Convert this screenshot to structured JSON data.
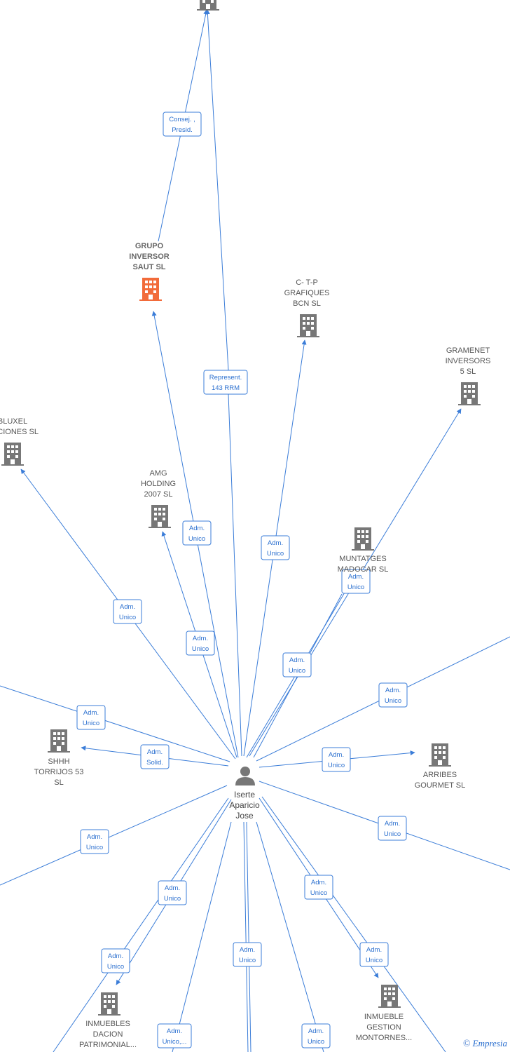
{
  "colors": {
    "edge": "#3b7dd8",
    "node": "#777777",
    "highlight": "#f26b3a",
    "box_border": "#3b7dd8",
    "box_text": "#2a6fcf"
  },
  "center": {
    "name_lines": [
      "Iserte",
      "Aparicio",
      "Jose"
    ],
    "icon": "person-icon"
  },
  "companies": [
    {
      "id": "top",
      "label_lines": [],
      "icon": "building-icon"
    },
    {
      "id": "grupo-inversor",
      "label_lines": [
        "GRUPO",
        "INVERSOR",
        "SAUT  SL"
      ],
      "icon": "building-icon",
      "highlight": true
    },
    {
      "id": "ctp-grafiques",
      "label_lines": [
        "C- T-P",
        "GRAFIQUES",
        "BCN  SL"
      ],
      "icon": "building-icon"
    },
    {
      "id": "gramenet",
      "label_lines": [
        "GRAMENET",
        "INVERSORS",
        "5  SL"
      ],
      "icon": "building-icon"
    },
    {
      "id": "bluxel",
      "label_lines": [
        "BLUXEL",
        "BUCIONES SL"
      ],
      "icon": "building-icon"
    },
    {
      "id": "amg",
      "label_lines": [
        "AMG",
        "HOLDING",
        "2007  SL"
      ],
      "icon": "building-icon"
    },
    {
      "id": "muntatges",
      "label_lines": [
        "MUNTATGES",
        "MADOCAR  SL"
      ],
      "icon": "building-icon"
    },
    {
      "id": "shhh",
      "label_lines": [
        "SHHH",
        "TORRIJOS 53",
        "SL"
      ],
      "icon": "building-icon"
    },
    {
      "id": "arribes",
      "label_lines": [
        "ARRIBES",
        "GOURMET  SL"
      ],
      "icon": "building-icon"
    },
    {
      "id": "inmuebles-dacion",
      "label_lines": [
        "INMUEBLES",
        "DACION",
        "PATRIMONIAL..."
      ],
      "icon": "building-icon"
    },
    {
      "id": "inmueble-gestion",
      "label_lines": [
        "INMUEBLE",
        "GESTION",
        "MONTORNES..."
      ],
      "icon": "building-icon"
    }
  ],
  "relations": [
    {
      "id": "consej",
      "lines": [
        "Consej. ,",
        "Presid."
      ]
    },
    {
      "id": "represent",
      "lines": [
        "Represent.",
        "143 RRM"
      ]
    },
    {
      "id": "adm-grupo",
      "lines": [
        "Adm.",
        "Unico"
      ]
    },
    {
      "id": "adm-ctp",
      "lines": [
        "Adm.",
        "Unico"
      ]
    },
    {
      "id": "adm-gramenet",
      "lines": [
        "Adm.",
        "Unico"
      ]
    },
    {
      "id": "adm-bluxel",
      "lines": [
        "Adm.",
        "Unico"
      ]
    },
    {
      "id": "adm-amg",
      "lines": [
        "Adm.",
        "Unico"
      ]
    },
    {
      "id": "adm-muntatges",
      "lines": [
        "Adm.",
        "Unico"
      ]
    },
    {
      "id": "adm-right-upper",
      "lines": [
        "Adm.",
        "Unico"
      ]
    },
    {
      "id": "adm-left-upper",
      "lines": [
        "Adm.",
        "Unico"
      ]
    },
    {
      "id": "adm-solid",
      "lines": [
        "Adm.",
        "Solid."
      ]
    },
    {
      "id": "adm-arribes",
      "lines": [
        "Adm.",
        "Unico"
      ]
    },
    {
      "id": "adm-right-lower",
      "lines": [
        "Adm.",
        "Unico"
      ]
    },
    {
      "id": "adm-left-lower",
      "lines": [
        "Adm.",
        "Unico"
      ]
    },
    {
      "id": "adm-dacion-1",
      "lines": [
        "Adm.",
        "Unico"
      ]
    },
    {
      "id": "adm-dacion-2",
      "lines": [
        "Adm.",
        "Unico"
      ]
    },
    {
      "id": "adm-bottom-mid",
      "lines": [
        "Adm.",
        "Unico"
      ]
    },
    {
      "id": "adm-gestion-1",
      "lines": [
        "Adm.",
        "Unico"
      ]
    },
    {
      "id": "adm-gestion-2",
      "lines": [
        "Adm.",
        "Unico"
      ]
    },
    {
      "id": "adm-bottom-left",
      "lines": [
        "Adm.",
        "Unico,..."
      ]
    },
    {
      "id": "adm-bottom-right",
      "lines": [
        "Adm.",
        "Unico"
      ]
    }
  ],
  "watermark": {
    "symbol": "©",
    "brand": "Empresia"
  }
}
